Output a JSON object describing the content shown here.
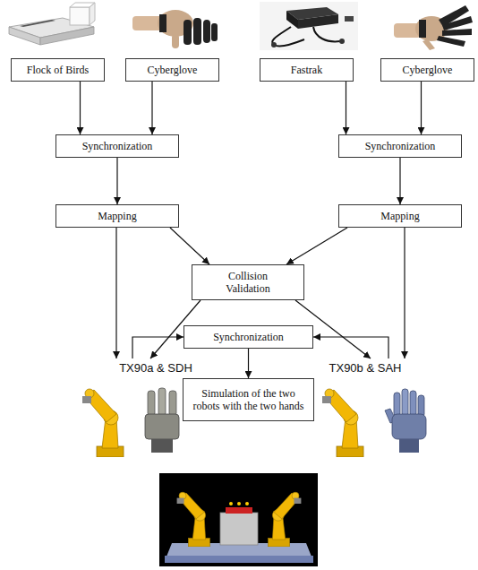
{
  "diagram": {
    "nodes": [
      {
        "text": [
          "Flock of Birds"
        ]
      },
      {
        "text": [
          "Cyberglove"
        ]
      },
      {
        "text": [
          "Fastrak"
        ]
      },
      {
        "text": [
          "Cyberglove"
        ]
      },
      {
        "text": [
          "Synchronization"
        ]
      },
      {
        "text": [
          "Synchronization"
        ]
      },
      {
        "text": [
          "Mapping"
        ]
      },
      {
        "text": [
          "Mapping"
        ]
      },
      {
        "text": [
          "Collision Validation"
        ]
      },
      {
        "text": [
          "Synchronization"
        ]
      },
      {
        "text": [
          "TX90a & SDH"
        ]
      },
      {
        "text": [
          "TX90b & SAH"
        ]
      },
      {
        "text": [
          "Simulation of the two robots with the two hands"
        ]
      }
    ],
    "edges": [
      {
        "from": 0,
        "to": 4,
        "arrow": "to"
      },
      {
        "from": 1,
        "to": 4,
        "arrow": "to"
      },
      {
        "from": 2,
        "to": 5,
        "arrow": "to"
      },
      {
        "from": 3,
        "to": 5,
        "arrow": "to"
      },
      {
        "from": 4,
        "to": 6,
        "arrow": "to"
      },
      {
        "from": 5,
        "to": 7,
        "arrow": "to"
      },
      {
        "from": 6,
        "to": 8,
        "arrow": "to"
      },
      {
        "from": 7,
        "to": 8,
        "arrow": "to"
      },
      {
        "from": 6,
        "to": 10,
        "arrow": "to"
      },
      {
        "from": 7,
        "to": 11,
        "arrow": "to"
      },
      {
        "from": 8,
        "to": 10,
        "arrow": "to"
      },
      {
        "from": 8,
        "to": 11,
        "arrow": "to"
      },
      {
        "from": 10,
        "to": 9,
        "arrow": "to"
      },
      {
        "from": 11,
        "to": 9,
        "arrow": "to"
      },
      {
        "from": 9,
        "to": 12,
        "arrow": "to"
      }
    ]
  }
}
